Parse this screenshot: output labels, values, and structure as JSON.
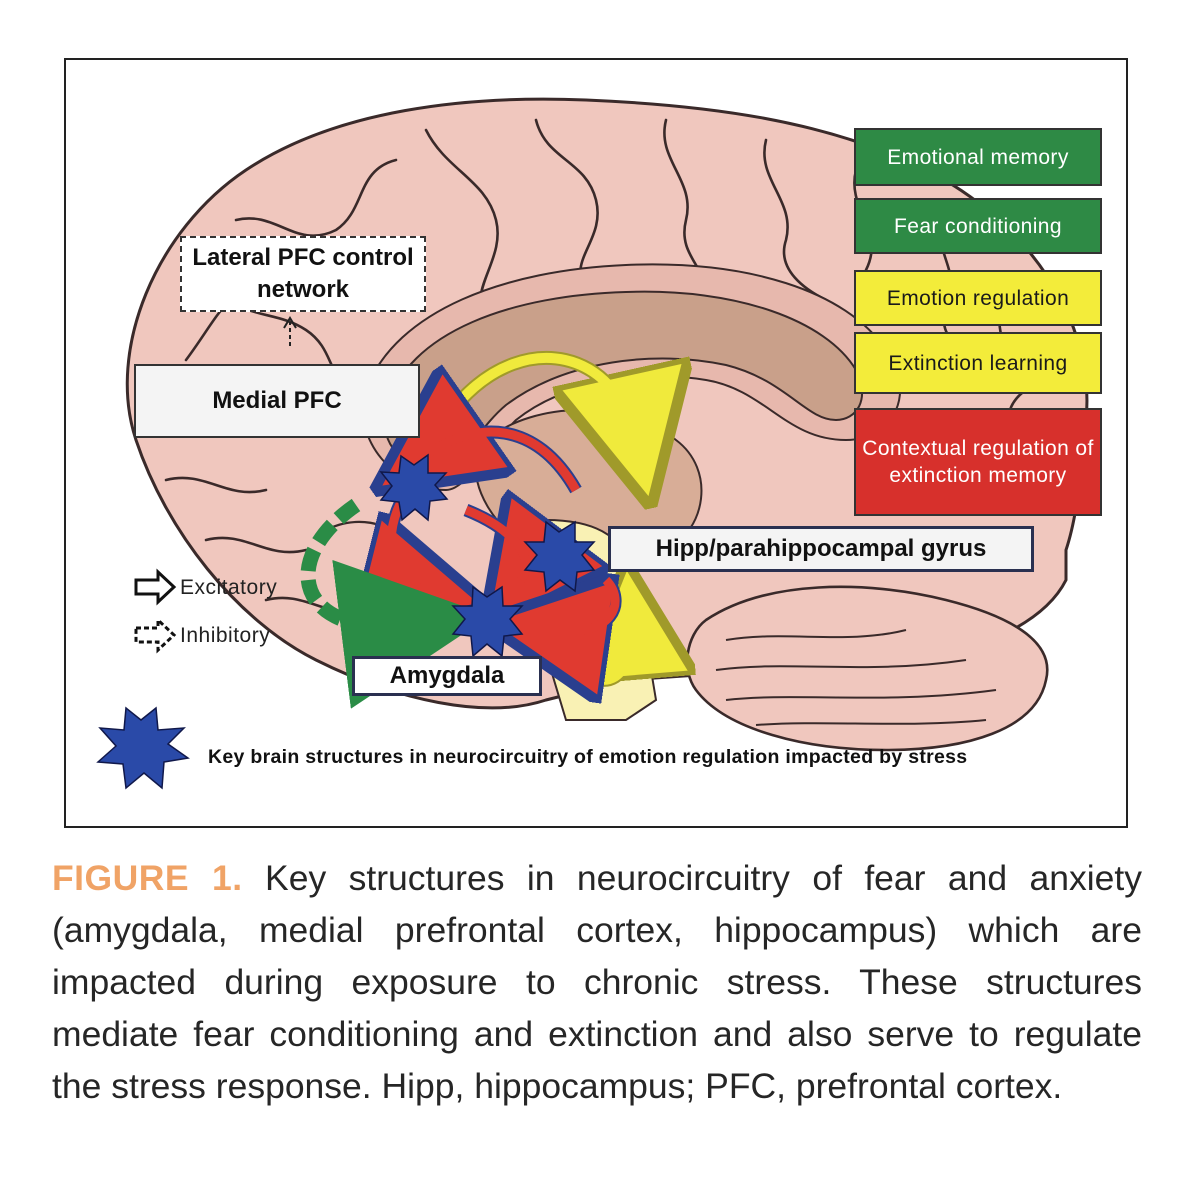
{
  "diagram": {
    "labels": {
      "lateral_pfc": "Lateral PFC control network",
      "medial_pfc": "Medial PFC",
      "hipp": "Hipp/parahippocampal gyrus",
      "amygdala": "Amygdala"
    },
    "roles": [
      {
        "text": "Emotional memory",
        "color": "#2e8a45"
      },
      {
        "text": "Fear conditioning",
        "color": "#2e8a45"
      },
      {
        "text": "Emotion regulation",
        "color": "#f3ec3a"
      },
      {
        "text": "Extinction learning",
        "color": "#f3ec3a"
      },
      {
        "text": "Contextual regulation of extinction memory",
        "color": "#d7302c"
      }
    ],
    "legend": {
      "excitatory": "Excitatory",
      "inhibitory": "Inhibitory",
      "key_structures": "Key brain structures in neurocircuitry of emotion regulation impacted by stress"
    },
    "icons": [
      "star-burst-icon",
      "excitatory-arrow-icon",
      "inhibitory-arrow-icon"
    ]
  },
  "caption": {
    "label": "FIGURE 1.",
    "text": "Key structures in neurocircuitry of fear and anxiety (amygdala, medial prefrontal cortex, hippocampus) which are impacted during exposure to chronic stress. These structures mediate fear conditioning and extinction and also serve to regulate the stress response. Hipp, hippocampus; PFC, prefrontal cortex."
  }
}
